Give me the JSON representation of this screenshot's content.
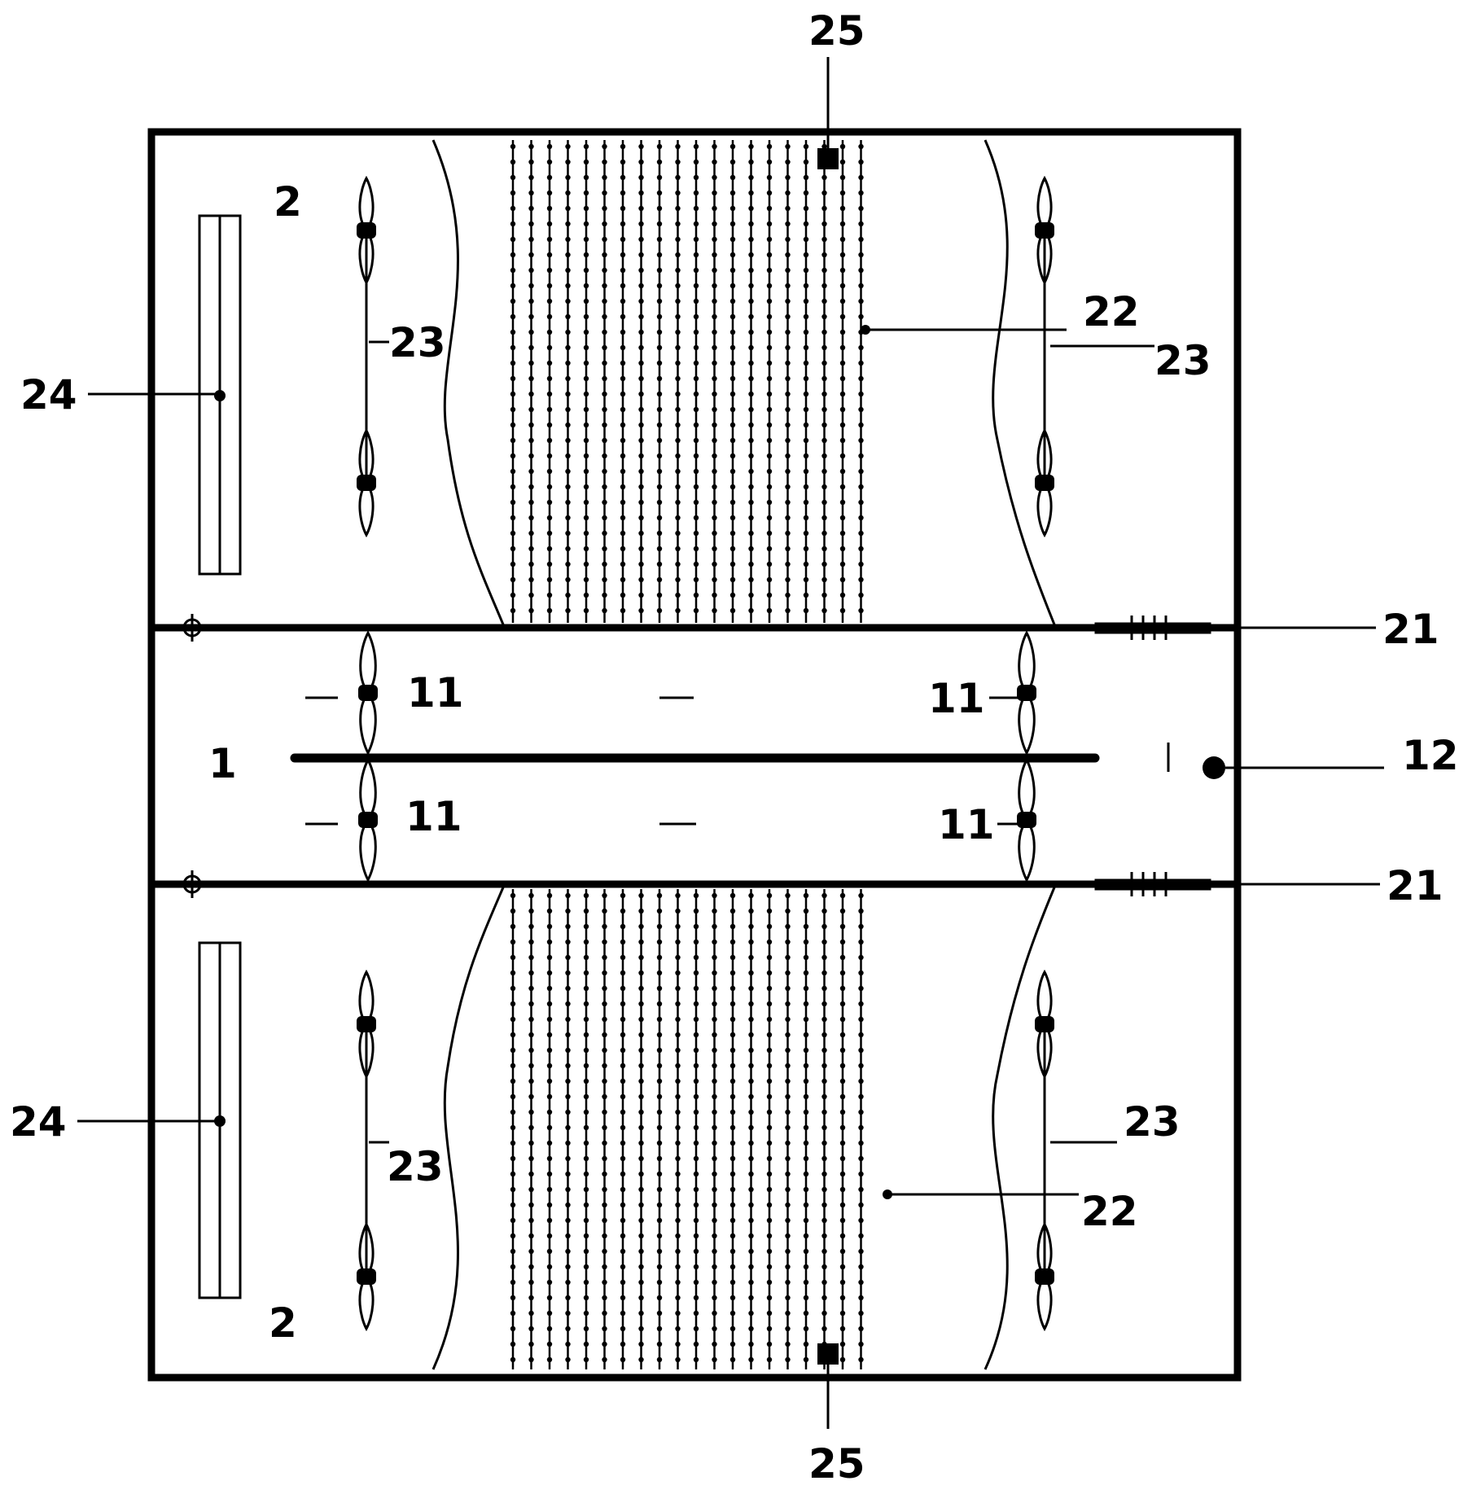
{
  "labels": {
    "pond_1": "1",
    "zone_2": "2",
    "aerator_11": "11",
    "device_12": "12",
    "gate_21": "21",
    "plant_zone_22": "22",
    "aerator_23": "23",
    "module_24": "24",
    "item_25": "25"
  },
  "colors": {
    "line": "#000000",
    "background": "#ffffff"
  }
}
